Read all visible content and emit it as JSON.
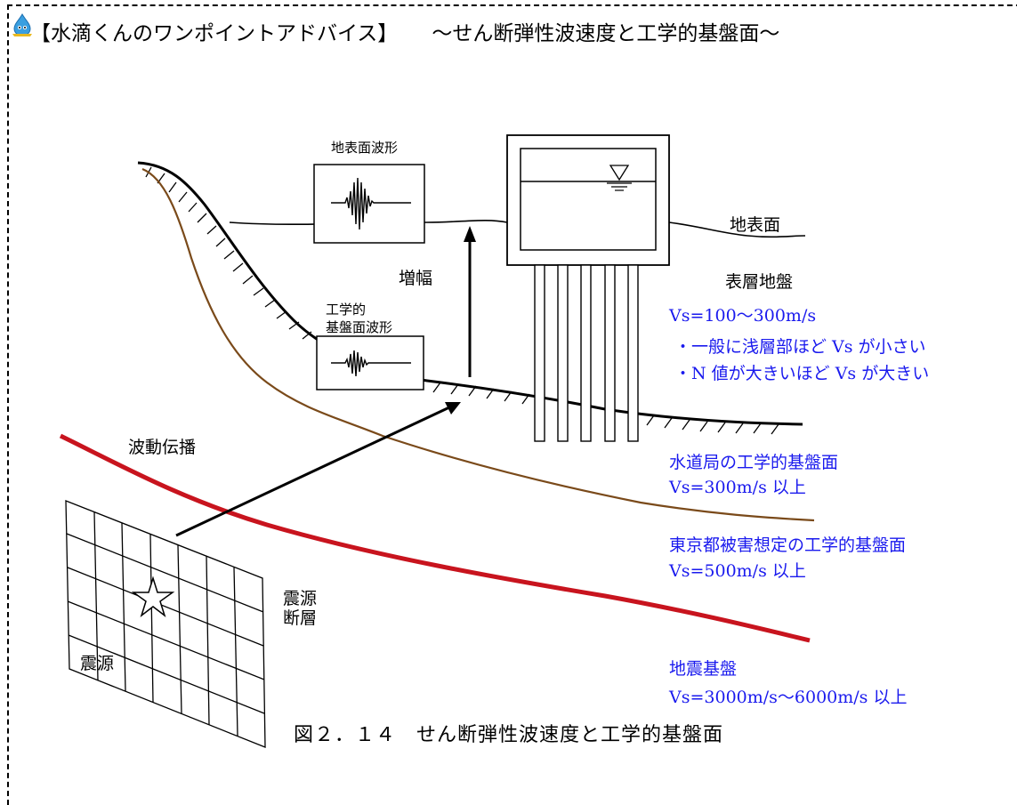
{
  "header": {
    "title": "【水滴くんのワンポイントアドバイス】",
    "subtitle": "～せん断弾性波速度と工学的基盤面～"
  },
  "labels": {
    "surface_waveform": "地表面波形",
    "engineering_waveform_line1": "工学的",
    "engineering_waveform_line2": "基盤面波形",
    "amplification": "増幅",
    "ground_surface": "地表面",
    "surface_layer": "表層地盤",
    "wave_propagation": "波動伝播",
    "source_fault_line1": "震源",
    "source_fault_line2": "断層",
    "hypocenter": "震源"
  },
  "notes": {
    "surface_vs": "Vs=100～300m/s",
    "bullet1": "・一般に浅層部ほど Vs が小さい",
    "bullet2": "・N 値が大きいほど Vs が大きい",
    "waterworks_base": "水道局の工学的基盤面",
    "waterworks_vs": "Vs=300m/s 以上",
    "tokyo_base": "東京都被害想定の工学的基盤面",
    "tokyo_vs": "Vs=500m/s 以上",
    "bedrock": "地震基盤",
    "bedrock_vs": "Vs=3000m/s～6000m/s 以上"
  },
  "caption": "図２．１４　せん断弾性波速度と工学的基盤面",
  "colors": {
    "blue_text": "#1a1aee",
    "bedrock_line": "#c8141e",
    "base_line": "#7a4a1a"
  }
}
